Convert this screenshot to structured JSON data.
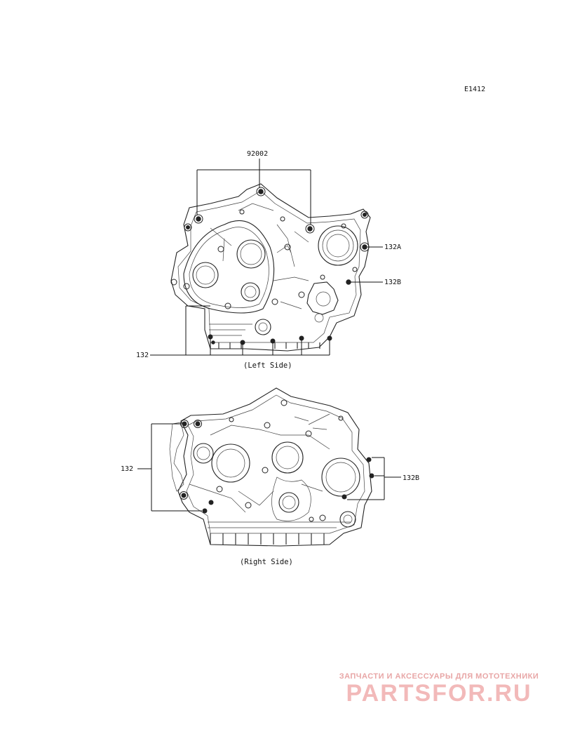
{
  "figure_code": "E1412",
  "left_side": {
    "caption": "(Left Side)",
    "labels": {
      "top": "92002",
      "upper_right": "132A",
      "right": "132B",
      "left": "132"
    }
  },
  "right_side": {
    "caption": "(Right Side)",
    "labels": {
      "left": "132",
      "right": "132B"
    }
  },
  "watermark": {
    "subtitle": "ЗАПЧАСТИ И АКСЕССУАРЫ ДЛЯ МОТОТЕХНИКИ",
    "logo": "PARTSFOR.RU"
  },
  "colors": {
    "line": "#111111",
    "watermark": "#f2b9b9"
  }
}
